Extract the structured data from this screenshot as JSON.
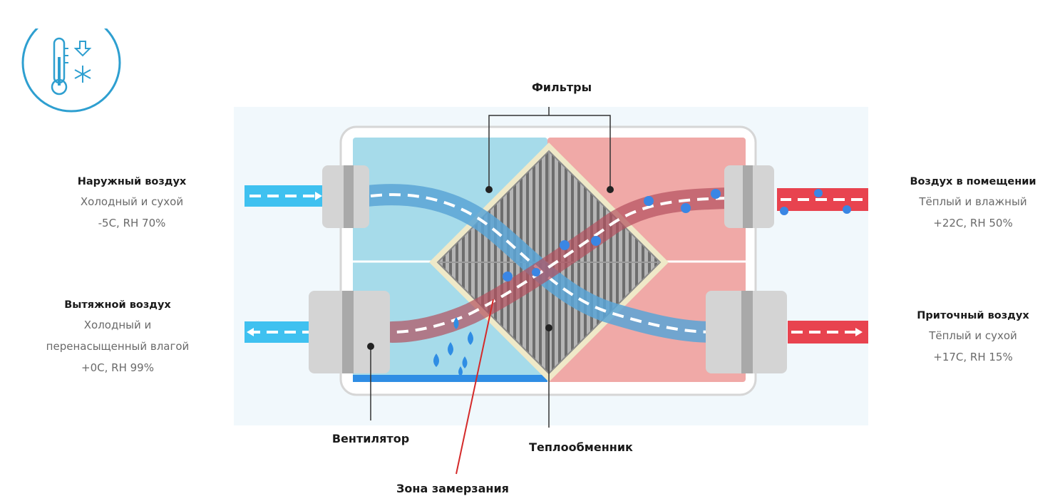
{
  "labels": {
    "filters": "Фильтры",
    "fan": "Вентилятор",
    "heat_exchanger": "Теплообменник",
    "freeze_zone": "Зона замерзания"
  },
  "outdoor_air": {
    "title": "Наружный воздух",
    "line1": "Холодный и сухой",
    "line2": "-5C, RH 70%"
  },
  "exhaust_air": {
    "title": "Вытяжной воздух",
    "line1": "Холодный и",
    "line2": "перенасыщенный влагой",
    "line3": "+0C, RH 99%"
  },
  "indoor_air": {
    "title": "Воздух в помещении",
    "line1": "Тёплый и влажный",
    "line2": "+22C, RH 50%"
  },
  "supply_air": {
    "title": "Приточный воздух",
    "line1": "Тёплый и сухой",
    "line2": "+17C, RH 15%"
  },
  "icons": {
    "badge": "thermometer-snowflake-icon"
  },
  "colors": {
    "cold": "#3fc1f0",
    "warm": "#e8434f",
    "cold_zone": "#a6dbea",
    "warm_zone": "#f0a9a7",
    "badge": "#2e9fd0",
    "freeze_line": "#d42a2a"
  }
}
